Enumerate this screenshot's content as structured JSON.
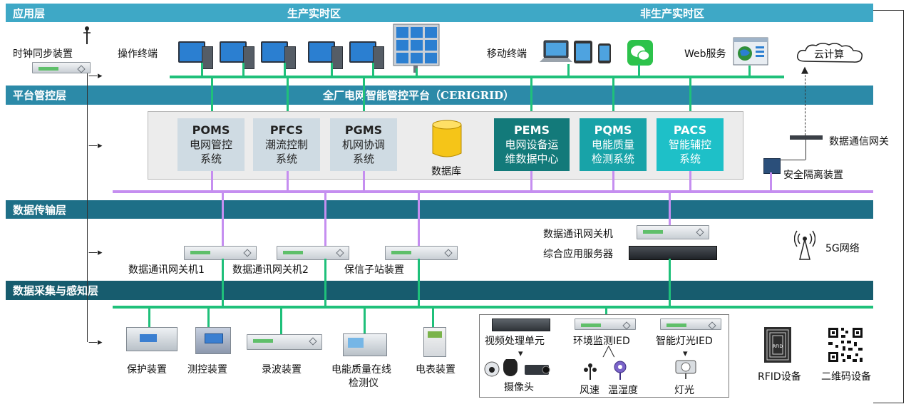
{
  "bands": {
    "application": "应用层",
    "production_realtime": "生产实时区",
    "non_production_realtime": "非生产实时区",
    "platform": "平台管控层",
    "platform_title": "全厂电网智能管控平台（CERIGRID）",
    "transmission": "数据传输层",
    "acquisition": "数据采集与感知层"
  },
  "application_layer": {
    "clock_sync": "时钟同步装置",
    "operator_terminal": "操作终端",
    "mobile_terminal": "移动终端",
    "web_service": "Web服务",
    "cloud": "云计算"
  },
  "systems": [
    {
      "title": "POMS",
      "line1": "电网管控",
      "line2": "系统"
    },
    {
      "title": "PFCS",
      "line1": "潮流控制",
      "line2": "系统"
    },
    {
      "title": "PGMS",
      "line1": "机网协调",
      "line2": "系统"
    },
    {
      "title": "PEMS",
      "line1": "电网设备运",
      "line2": "维数据中心"
    },
    {
      "title": "PQMS",
      "line1": "电能质量",
      "line2": "检测系统"
    },
    {
      "title": "PACS",
      "line1": "智能辅控",
      "line2": "系统"
    }
  ],
  "platform_layer": {
    "database": "数据库",
    "data_gateway": "数据通信网关",
    "security_isolation": "安全隔离装置"
  },
  "transmission_layer": {
    "gateway1": "数据通讯网关机1",
    "gateway2": "数据通讯网关机2",
    "relay_substation": "保信子站装置",
    "gateway": "数据通讯网关机",
    "app_server": "综合应用服务器",
    "network_5g": "5G网络"
  },
  "acquisition_layer": {
    "protection": "保护装置",
    "measurement_control": "测控装置",
    "wave_recording": "录波装置",
    "pq_monitor_line1": "电能质量在线",
    "pq_monitor_line2": "检测仪",
    "meter": "电表装置",
    "video_unit": "视频处理单元",
    "env_ied": "环境监测IED",
    "light_ied": "智能灯光IED",
    "camera": "摄像头",
    "wind_speed": "风速",
    "temp_humidity": "温湿度",
    "light": "灯光",
    "rfid": "RFID设备",
    "qr_device": "二维码设备",
    "rfid_tag": "RFID"
  },
  "colors": {
    "band_app": "#3ea8c6",
    "band_platform": "#2c8aa8",
    "band_transmission": "#1e6f87",
    "band_acquisition": "#175c6e",
    "bus_green": "#1fc07a",
    "bus_purple": "#c58ef0"
  }
}
